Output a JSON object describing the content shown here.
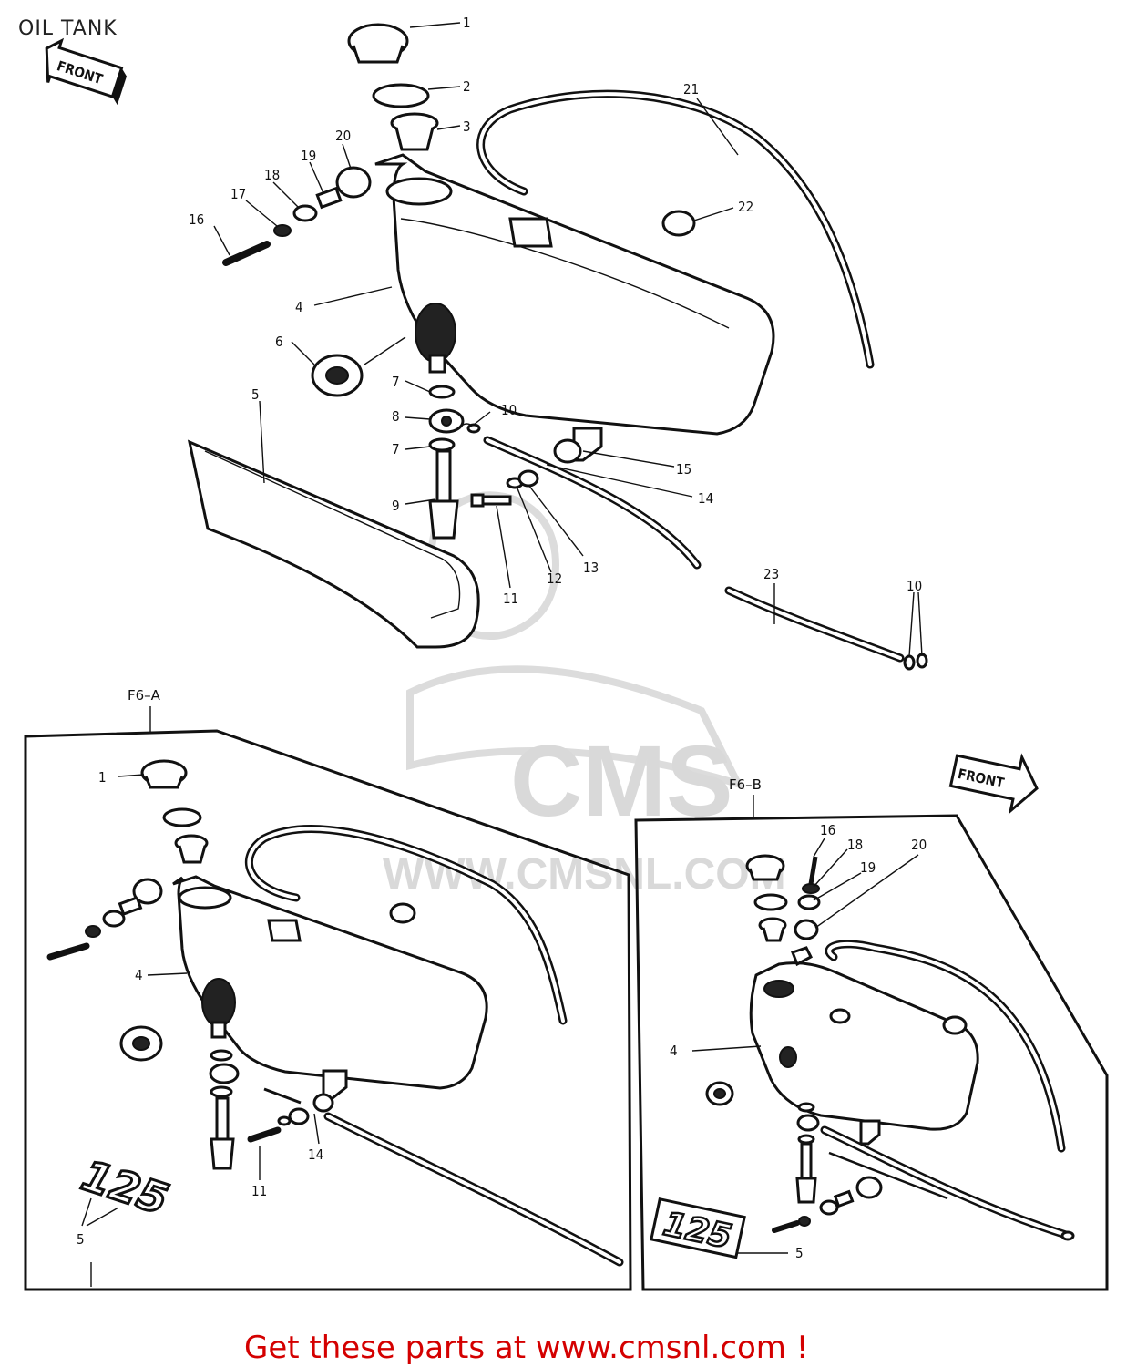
{
  "title": "OIL TANK",
  "front_arrow_label": "FRONT",
  "sections": {
    "a": "F6–A",
    "b": "F6–B"
  },
  "emblem_text": "125",
  "watermark": {
    "logo": "CMS",
    "url": "WWW.CMSNL.COM"
  },
  "callouts_main": [
    "1",
    "2",
    "3",
    "4",
    "5",
    "6",
    "7",
    "8",
    "7",
    "9",
    "10",
    "11",
    "12",
    "13",
    "14",
    "15",
    "16",
    "17",
    "18",
    "19",
    "20",
    "21",
    "22",
    "23",
    "10"
  ],
  "callouts_f6a": [
    "1",
    "4",
    "14",
    "11",
    "5"
  ],
  "callouts_f6b": [
    "16",
    "18",
    "19",
    "20",
    "4",
    "5"
  ],
  "footer": "Get these parts at www.cmsnl.com !"
}
